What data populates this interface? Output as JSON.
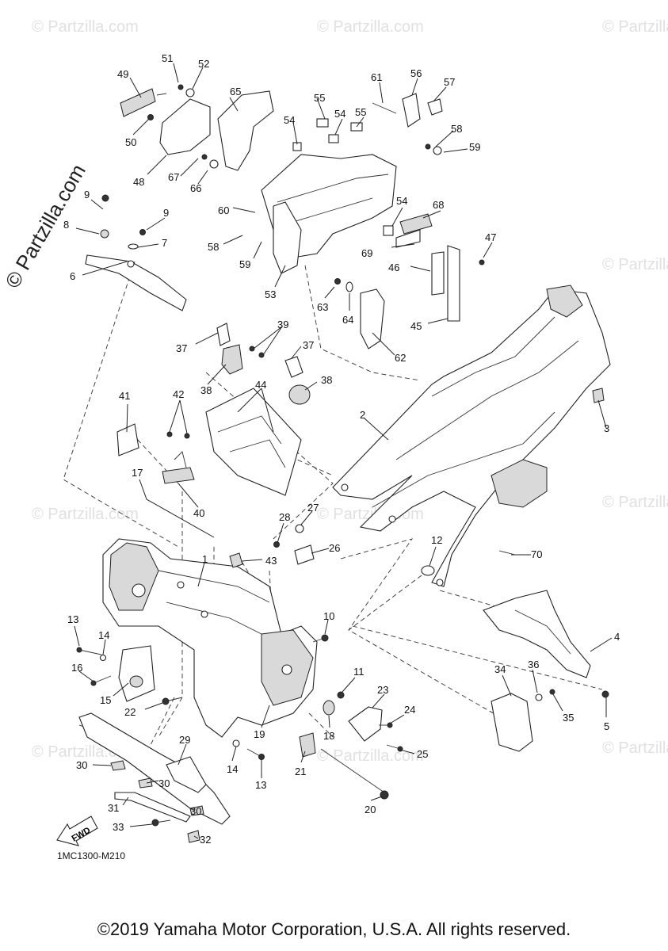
{
  "diagram_code": "1MC1300-M210",
  "copyright": "©2019 Yamaha Motor Corporation, U.S.A. All rights reserved.",
  "side_watermark": "© Partzilla.com",
  "fwd_label": "FWD",
  "watermark_text": "© Partzilla.com",
  "callouts": [
    {
      "id": "49",
      "label": "49"
    },
    {
      "id": "51",
      "label": "51"
    },
    {
      "id": "52",
      "label": "52"
    },
    {
      "id": "50",
      "label": "50"
    },
    {
      "id": "48",
      "label": "48"
    },
    {
      "id": "65",
      "label": "65"
    },
    {
      "id": "67",
      "label": "67"
    },
    {
      "id": "66",
      "label": "66"
    },
    {
      "id": "60",
      "label": "60"
    },
    {
      "id": "58a",
      "label": "58"
    },
    {
      "id": "59a",
      "label": "59"
    },
    {
      "id": "53",
      "label": "53"
    },
    {
      "id": "55a",
      "label": "55"
    },
    {
      "id": "54a",
      "label": "54"
    },
    {
      "id": "54b",
      "label": "54"
    },
    {
      "id": "55b",
      "label": "55"
    },
    {
      "id": "61",
      "label": "61"
    },
    {
      "id": "56",
      "label": "56"
    },
    {
      "id": "57",
      "label": "57"
    },
    {
      "id": "58b",
      "label": "58"
    },
    {
      "id": "59b",
      "label": "59"
    },
    {
      "id": "54c",
      "label": "54"
    },
    {
      "id": "68",
      "label": "68"
    },
    {
      "id": "69",
      "label": "69"
    },
    {
      "id": "47",
      "label": "47"
    },
    {
      "id": "46",
      "label": "46"
    },
    {
      "id": "45",
      "label": "45"
    },
    {
      "id": "63",
      "label": "63"
    },
    {
      "id": "64",
      "label": "64"
    },
    {
      "id": "62",
      "label": "62"
    },
    {
      "id": "9a",
      "label": "9"
    },
    {
      "id": "9b",
      "label": "9"
    },
    {
      "id": "8",
      "label": "8"
    },
    {
      "id": "7",
      "label": "7"
    },
    {
      "id": "6",
      "label": "6"
    },
    {
      "id": "37a",
      "label": "37"
    },
    {
      "id": "39",
      "label": "39"
    },
    {
      "id": "37b",
      "label": "37"
    },
    {
      "id": "38a",
      "label": "38"
    },
    {
      "id": "38b",
      "label": "38"
    },
    {
      "id": "44",
      "label": "44"
    },
    {
      "id": "41",
      "label": "41"
    },
    {
      "id": "42",
      "label": "42"
    },
    {
      "id": "40",
      "label": "40"
    },
    {
      "id": "17",
      "label": "17"
    },
    {
      "id": "2",
      "label": "2"
    },
    {
      "id": "3",
      "label": "3"
    },
    {
      "id": "27",
      "label": "27"
    },
    {
      "id": "28",
      "label": "28"
    },
    {
      "id": "26",
      "label": "26"
    },
    {
      "id": "43",
      "label": "43"
    },
    {
      "id": "12",
      "label": "12"
    },
    {
      "id": "70",
      "label": "70"
    },
    {
      "id": "1",
      "label": "1"
    },
    {
      "id": "4",
      "label": "4"
    },
    {
      "id": "13a",
      "label": "13"
    },
    {
      "id": "14a",
      "label": "14"
    },
    {
      "id": "16",
      "label": "16"
    },
    {
      "id": "15",
      "label": "15"
    },
    {
      "id": "10",
      "label": "10"
    },
    {
      "id": "11",
      "label": "11"
    },
    {
      "id": "22",
      "label": "22"
    },
    {
      "id": "19",
      "label": "19"
    },
    {
      "id": "23",
      "label": "23"
    },
    {
      "id": "24",
      "label": "24"
    },
    {
      "id": "18",
      "label": "18"
    },
    {
      "id": "25",
      "label": "25"
    },
    {
      "id": "34",
      "label": "34"
    },
    {
      "id": "36",
      "label": "36"
    },
    {
      "id": "35",
      "label": "35"
    },
    {
      "id": "5",
      "label": "5"
    },
    {
      "id": "29",
      "label": "29"
    },
    {
      "id": "30a",
      "label": "30"
    },
    {
      "id": "30b",
      "label": "30"
    },
    {
      "id": "30c",
      "label": "30"
    },
    {
      "id": "31",
      "label": "31"
    },
    {
      "id": "14b",
      "label": "14"
    },
    {
      "id": "13b",
      "label": "13"
    },
    {
      "id": "21",
      "label": "21"
    },
    {
      "id": "20",
      "label": "20"
    },
    {
      "id": "33",
      "label": "33"
    },
    {
      "id": "32",
      "label": "32"
    }
  ]
}
